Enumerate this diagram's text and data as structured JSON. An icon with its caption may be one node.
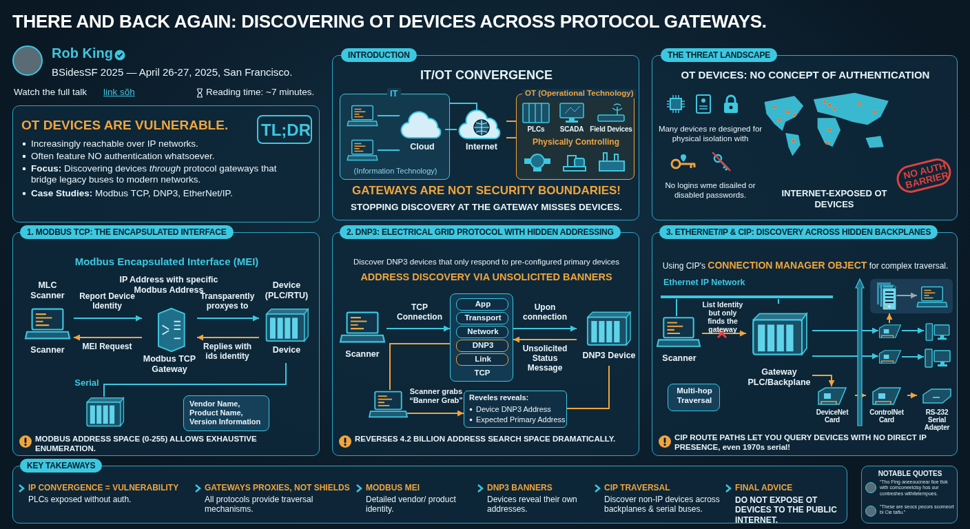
{
  "diagram": {
    "title": "THERE AND BACK AGAIN: DISCOVERING OT DEVICES ACROSS PROTOCOL GATEWAYS.",
    "nodes": [
      {
        "text": [
          "OT DEVICES ARE VULNERABLE.",
          "Increasingly reachable over IP networks.",
          "Often feature NO authentication whatsoever.",
          "**Focus:** Discovering devices *through* protocol gateways that bridge legacy buses to modern networks.",
          "**Case Studies:** Modbus TCP, DNP3, EtherNet/IP."
        ]
      },
      {
        "text": [
          "TL;DR"
        ],
        "in": 0
      },
      {
        "text": [
          "INTRODUCTION",
          "IT/OT CONVERGENCE",
          "GATEWAYS ARE NOT SECURITY BOUNDARIES!",
          "STOPPING DISCOVERY AT THE GATEWAY MISSES DEVICES."
        ]
      },
      {
        "text": [
          "IT",
          "(Information Technology)"
        ],
        "in": 2
      },
      {
        "text": [],
        "shape": "picture",
        "in": 3
      },
      {
        "text": [],
        "shape": "picture",
        "in": 3
      },
      {
        "text": [
          "Cloud"
        ],
        "in": 3
      },
      {
        "text": [
          "Internet"
        ],
        "in": 2
      },
      {
        "text": [
          "OT (Operational Technology)",
          "Physically Controlling"
        ],
        "in": 2
      },
      {
        "text": [
          "PLCs"
        ],
        "in": 8
      },
      {
        "text": [
          "SCADA"
        ],
        "in": 8
      },
      {
        "text": [
          "Field Devices"
        ],
        "in": 8
      },
      {
        "text": [
          "THE THREAT LANDSCAPE",
          "OT DEVICES: NO CONCEPT OF AUTHENTICATION",
          "Many devices re designed for physical isolation with",
          "No logins wme disailed or disabled passwords.",
          "INTERNET-EXPOSED OT DEVICES"
        ]
      },
      {
        "text": [
          "NO AUTH BARRIER"
        ],
        "in": 12
      },
      {
        "text": [
          "1. MODBUS TCP: THE ENCAPSULATED INTERFACE",
          "Modbus Encapsulated Interface (MEI)",
          "MODBUS ADDRESS SPACE (0-255) ALLOWS EXHAUSTIVE ENUMERATION."
        ]
      },
      {
        "text": [
          "MLC Scanner",
          "Scanner"
        ],
        "in": 14
      },
      {
        "text": [
          "Modbus TCP Gateway"
        ],
        "beside": [
          "IP Address with specific Modbus Address"
        ],
        "in": 14
      },
      {
        "text": [
          "Device (PLC/RTU)",
          "Device"
        ],
        "in": 14
      },
      {
        "text": [],
        "shape": "picture",
        "in": 14
      },
      {
        "text": [
          "Vendor Name, Product Name, Version Information"
        ],
        "in": 14
      },
      {
        "text": [
          "2. DNP3: ELECTRICAL GRID PROTOCOL WITH HIDDEN ADDRESSING",
          "Discover DNP3 devices that only respond to pre-configured primary devices",
          "ADDRESS DISCOVERY VIA UNSOLICITED BANNERS",
          "REVERSES 4.2 BILLION ADDRESS SEARCH SPACE DRAMATICALLY."
        ]
      },
      {
        "text": [
          "Scanner"
        ],
        "in": 20
      },
      {
        "text": [
          "TCP"
        ],
        "in": 20
      },
      {
        "text": [
          "App"
        ],
        "in": 22
      },
      {
        "text": [
          "Transport"
        ],
        "in": 22
      },
      {
        "text": [
          "Network"
        ],
        "in": 22
      },
      {
        "text": [
          "DNP3"
        ],
        "in": 22
      },
      {
        "text": [
          "Link"
        ],
        "in": 22
      },
      {
        "text": [
          "DNP3 Device"
        ],
        "in": 20
      },
      {
        "text": [],
        "shape": "picture",
        "in": 20
      },
      {
        "text": [
          "Reveles reveals:",
          "Device DNP3 Address",
          "Expected Primary Address"
        ],
        "in": 20
      },
      {
        "text": [
          "3. ETHERNET/IP & CIP: DISCOVERY ACROSS HIDDEN BACKPLANES",
          "Using CIP's **CONNECTION MANAGER OBJECT** for complex traversal.",
          "CIP ROUTE PATHS LET YOU QUERY DEVICES WITH NO DIRECT IP PRESENCE, even 1970s serial!"
        ]
      },
      {
        "text": [
          "Ethernet IP Network"
        ],
        "in": 31
      },
      {
        "text": [
          "Scanner"
        ],
        "in": 31
      },
      {
        "text": [
          "Gateway PLC/Backplane"
        ],
        "in": 31
      },
      {
        "text": [
          "Multi-hop Traversal"
        ],
        "in": 31
      },
      {
        "text": [],
        "shape": "box",
        "in": 31
      },
      {
        "text": [],
        "shape": "picture",
        "in": 36
      },
      {
        "text": [],
        "shape": "picture",
        "in": 36
      },
      {
        "text": [],
        "shape": "picture",
        "in": 31
      },
      {
        "text": [],
        "shape": "picture",
        "in": 31
      },
      {
        "text": [
          "DeviceNet Card"
        ],
        "in": 31
      },
      {
        "text": [
          "ControlNet Card"
        ],
        "in": 31
      },
      {
        "text": [],
        "shape": "picture",
        "in": 31
      },
      {
        "text": [],
        "shape": "picture",
        "in": 31
      },
      {
        "text": [
          "RS-232 Serial Adapter"
        ],
        "in": 31
      },
      {
        "text": [
          "KEY TAKEAWAYS",
          "IP CONVERGENCE = VULNERABILITY",
          "PLCs exposed without auth.",
          "GATEWAYS PROXIES, NOT SHIELDS",
          "All protocols provide traversal mechanisms.",
          "MODBUS MEI",
          "Detailed vendor/ product identity.",
          "DNP3 BANNERS",
          "Devices reveal their own addresses.",
          "CIP TRAVERSAL",
          "Discover non-IP devices across backplanes & serial buses.",
          "FINAL ADVICE",
          "DO NOT EXPOSE OT DEVICES TO THE PUBLIC INTERNET."
        ]
      },
      {
        "text": [
          "NOTABLE QUOTES",
          "“Tho Fing aneeoucnear lloe ttok with comconeeicisy hos our contreshes withitelempoes.",
          "“These are seocs pecors scomeort bi Cie taflu.”"
        ]
      }
    ],
    "edges": [
      {
        "from": 4,
        "to": 6,
        "arrow": "none"
      },
      {
        "from": 5,
        "to": 6,
        "arrow": "none"
      },
      {
        "from": 3,
        "to": 7,
        "arrow": "none"
      },
      {
        "from": 6,
        "to": 7,
        "arrow": "none"
      },
      {
        "from": 7,
        "to": 8,
        "arrow": "none",
        "color": "#f0a53c"
      },
      {
        "from": 7,
        "to": 8,
        "arrow": "none",
        "color": "#f0a53c"
      },
      {
        "from": 15,
        "to": 16,
        "arrow": "to",
        "label": "Report Device Identity"
      },
      {
        "from": 16,
        "to": 15,
        "arrow": "to",
        "label": "MEI Request",
        "color": "#f0a53c"
      },
      {
        "from": 16,
        "to": 17,
        "arrow": "to",
        "label": "Transparently proxyes to"
      },
      {
        "from": 17,
        "to": 16,
        "arrow": "to",
        "label": "Replies with ids identity",
        "color": "#f0a53c"
      },
      {
        "from": 17,
        "to": 18,
        "arrow": "none",
        "label": "Serial"
      },
      {
        "from": 21,
        "to": 22,
        "arrow": "to",
        "label": "TCP Connection"
      },
      {
        "from": 22,
        "to": 28,
        "arrow": "to",
        "label": "Upon connection"
      },
      {
        "from": 28,
        "to": 22,
        "arrow": "to",
        "label": "Unsolicited Status Message",
        "color": "#f0a53c"
      },
      {
        "from": 22,
        "to": 29,
        "arrow": "none",
        "color": "#f0a53c"
      },
      {
        "from": 29,
        "to": 30,
        "arrow": "to",
        "label": "Scanner grabs “Banner Grab”",
        "color": "#f0a53c"
      },
      {
        "from": 28,
        "to": 30,
        "arrow": "none",
        "color": "#f0a53c"
      },
      {
        "from": 33,
        "to": 32,
        "arrow": "none"
      },
      {
        "from": 34,
        "to": 32,
        "arrow": "none"
      },
      {
        "from": 33,
        "to": 34,
        "arrow": "to",
        "label": "List Identity but only finds the gateway",
        "color": "#f0a53c"
      },
      {
        "from": 34,
        "to": 41,
        "arrow": "to",
        "color": "#f0a53c"
      },
      {
        "from": 34,
        "to": 39,
        "arrow": "to"
      },
      {
        "from": 34,
        "to": 40,
        "arrow": "to"
      },
      {
        "from": 41,
        "to": 42,
        "arrow": "to",
        "color": "#f0a53c"
      },
      {
        "from": 42,
        "to": 45,
        "arrow": "to",
        "color": "#f0a53c"
      },
      {
        "from": 39,
        "to": 43,
        "arrow": "to"
      },
      {
        "from": 40,
        "to": 44,
        "arrow": "to"
      },
      {
        "from": 39,
        "to": 36,
        "arrow": "to",
        "color": "#f0a53c"
      },
      {
        "from": 37,
        "to": 38,
        "arrow": "to",
        "color": "#9aa7b0"
      }
    ],
    "labels": [
      "Rob King",
      "BSidesSF 2025 — April 26-27, 2025, San Francisco.",
      "Watch the full talk",
      "link sõh",
      "Reading time: ~7 minutes."
    ]
  }
}
